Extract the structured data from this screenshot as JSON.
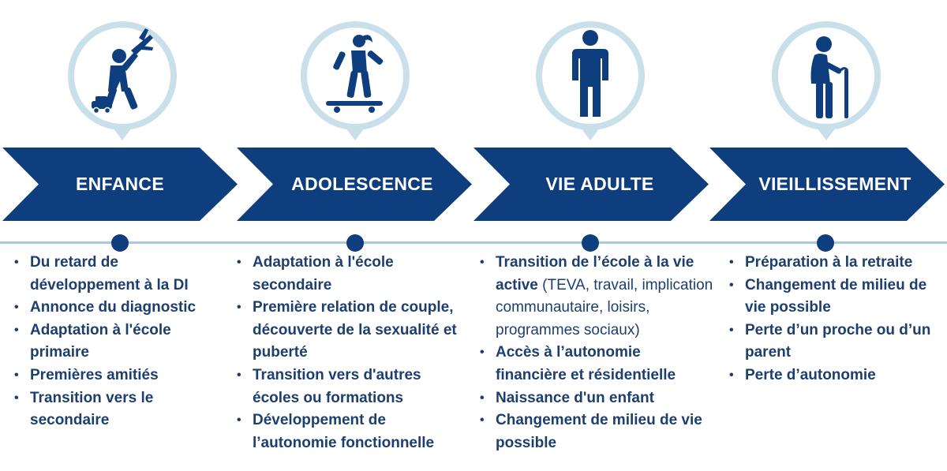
{
  "stages": [
    {
      "id": "enfance",
      "title": "ENFANCE",
      "icon": "child-playing-with-airplane-icon",
      "items": [
        {
          "bold": "Du retard de développement à la DI"
        },
        {
          "bold": "Annonce du diagnostic"
        },
        {
          "bold": "Adaptation à l'école primaire"
        },
        {
          "bold": "Premières amitiés"
        },
        {
          "bold": "Transition vers le secondaire"
        }
      ]
    },
    {
      "id": "adolescence",
      "title": "ADOLESCENCE",
      "icon": "teen-on-skateboard-icon",
      "items": [
        {
          "bold": "Adaptation à l'école secondaire"
        },
        {
          "bold": "Première relation de couple, découverte de la sexualité et puberté"
        },
        {
          "bold": "Transition vers d'autres écoles ou formations"
        },
        {
          "bold": "Développement de l’autonomie fonctionnelle"
        }
      ]
    },
    {
      "id": "vie-adulte",
      "title": "VIE ADULTE",
      "icon": "standing-adult-icon",
      "items": [
        {
          "bold": "Transition de l’école à la vie active",
          "rest": " (TEVA, travail, implication communautaire, loisirs, programmes sociaux)"
        },
        {
          "bold": "Accès à l’autonomie financière et résidentielle"
        },
        {
          "bold": "Naissance d'un enfant"
        },
        {
          "bold": "Changement de milieu de vie possible"
        }
      ]
    },
    {
      "id": "vieillissement",
      "title": "VIEILLISSEMENT",
      "icon": "elderly-person-with-cane-icon",
      "items": [
        {
          "bold": "Préparation à la retraite"
        },
        {
          "bold": "Changement de milieu de vie possible"
        },
        {
          "bold": "Perte d’un proche ou d’un parent"
        },
        {
          "bold": "Perte d’autonomie"
        }
      ]
    }
  ],
  "colors": {
    "primary": "#0e3e7e",
    "bubble_ring": "#c9dfe9",
    "timeline": "#a9c9dd",
    "text": "#1c3f6e"
  }
}
